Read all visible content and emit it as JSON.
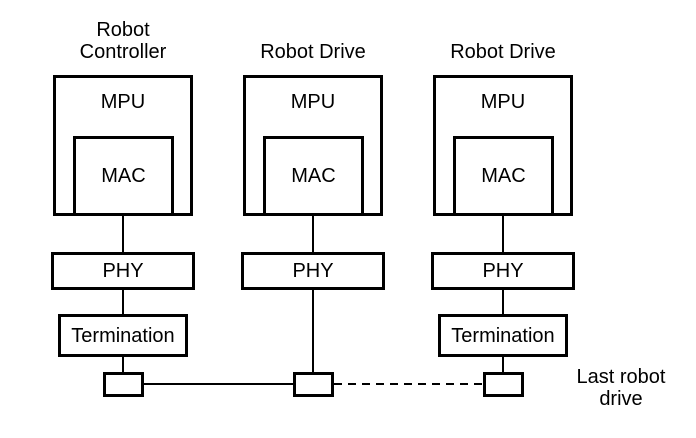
{
  "colors": {
    "stroke": "#000000",
    "background": "#ffffff"
  },
  "columns": [
    {
      "title_lines": [
        "Robot",
        "Controller"
      ],
      "mpu_label": "MPU",
      "mac_label": "MAC",
      "phy_label": "PHY",
      "termination_label": "Termination"
    },
    {
      "title_lines": [
        "Robot Drive"
      ],
      "mpu_label": "MPU",
      "mac_label": "MAC",
      "phy_label": "PHY"
    },
    {
      "title_lines": [
        "Robot Drive"
      ],
      "mpu_label": "MPU",
      "mac_label": "MAC",
      "phy_label": "PHY",
      "termination_label": "Termination"
    }
  ],
  "annotation": {
    "lines": [
      "Last robot",
      "drive"
    ]
  }
}
